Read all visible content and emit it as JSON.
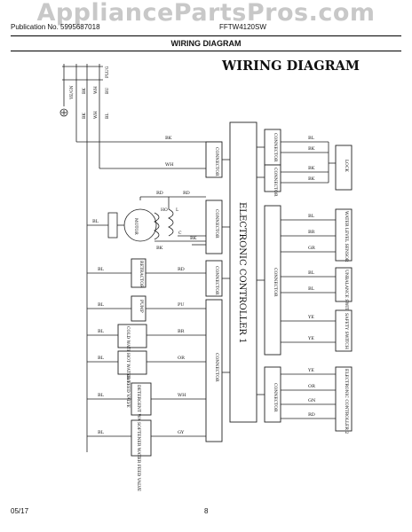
{
  "page": {
    "watermark": "AppliancePartsPros.com",
    "publication": "Publication No. 5995687018",
    "model": "FFTW4120SW",
    "section_title": "WIRING DIAGRAM",
    "footer_date": "05/17",
    "footer_page": "8"
  },
  "diagram": {
    "title": "WIRING DIAGRAM",
    "main_controller": "ELECTRONIC CONTROLLER 1",
    "connector": "CONNECTOR",
    "power_labels": [
      "YE/GN",
      "BK",
      "WH",
      "BU"
    ],
    "power_plug": "PLUG",
    "components": {
      "lock": "LOCK",
      "motor": "MOTOR",
      "water_level": "WATER LEVEL SENSOR",
      "unbalance": "UNBALANCE SWITCH",
      "safety": "SAFETY SWITCH",
      "retractor": "RETRACTOR",
      "pump": "PUMP",
      "cold_valve": "COLD WATER FEED VALVE",
      "hot_valve": "HOT WATER FEED VALVE",
      "detergent": "DETERGENT WATER FEED VALVE",
      "softener": "SOFTENER WATER FEED VALVE",
      "controller2": "ELECTRONIC CONTROLLER 2"
    },
    "wire_colors": {
      "bk": "BK",
      "wh": "WH",
      "rd": "RD",
      "bl": "BL",
      "bk2": "BK",
      "pu": "PU",
      "br": "BR",
      "or": "OR",
      "gy": "GY",
      "ye": "YE",
      "gn": "GN",
      "gr": "GR"
    },
    "motor_marks": [
      "HO",
      "L",
      "C"
    ]
  }
}
